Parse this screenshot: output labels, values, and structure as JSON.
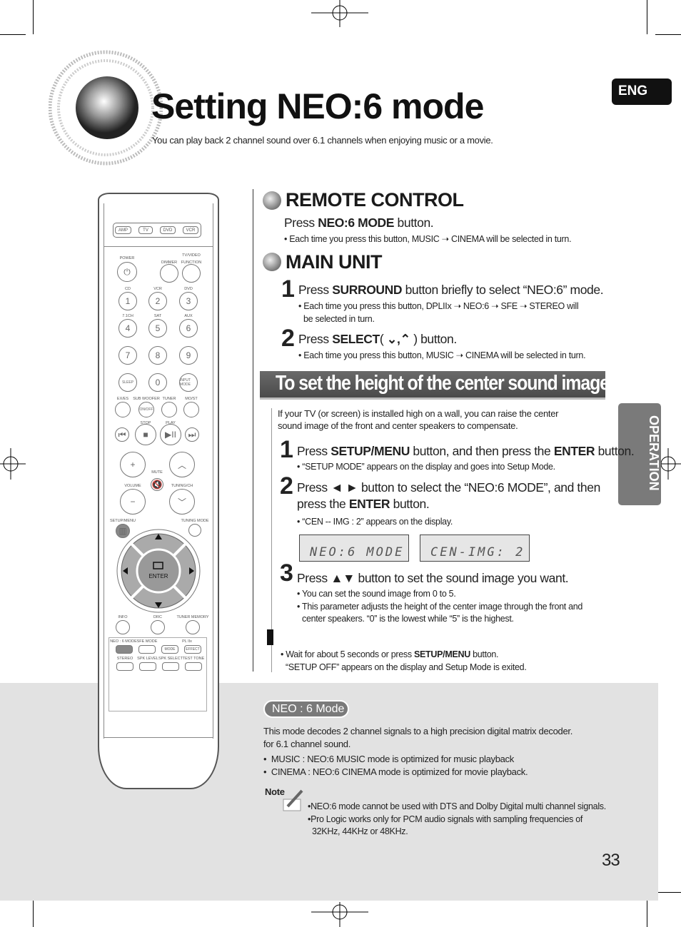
{
  "header": {
    "title": "Setting NEO:6 mode",
    "subtitle": "You can play back 2 channel sound over 6.1 channels when enjoying music or a movie.",
    "lang_badge": "ENG",
    "side_tab": "OPERATION"
  },
  "remote_control": {
    "heading": "REMOTE CONTROL",
    "step_pre": "Press ",
    "step_bold": "NEO:6 MODE",
    "step_post": " button.",
    "bullet": "Each time you press this button, MUSIC ➝ CINEMA will be selected in turn."
  },
  "main_unit": {
    "heading": "MAIN UNIT",
    "step1": {
      "num": "1",
      "pre": "Press ",
      "bold": "SURROUND",
      "post": " button briefly to select “NEO:6” mode.",
      "bullet_line1": "Each time you press this button, DPLIIx ➝ NEO:6 ➝ SFE ➝ STEREO will",
      "bullet_line2": "be selected in turn."
    },
    "step2": {
      "num": "2",
      "pre": "Press ",
      "bold": "SELECT",
      "mid": "( ",
      "icons": "⌄,⌃",
      "post": " ) button.",
      "bullet": "Each time you press this button, MUSIC ➝ CINEMA will be selected in turn."
    }
  },
  "center": {
    "banner": "To set the height of the center sound image",
    "intro_line1": "If your TV (or screen) is installed high on a wall, you can raise the center",
    "intro_line2": "sound image of the front and center speakers to compensate.",
    "step1": {
      "num": "1",
      "pre": "Press ",
      "bold1": "SETUP/MENU",
      "mid": " button, and then press the ",
      "bold2": "ENTER",
      "post": " button.",
      "bullet": "“SETUP MODE” appears on the display and goes into Setup Mode."
    },
    "step2": {
      "num": "2",
      "pre": "Press ",
      "arrows": "◄ ►",
      "post": " button to select the “NEO:6 MODE”, and then",
      "line2_pre": "press the ",
      "line2_bold": "ENTER",
      "line2_post": " button.",
      "bullet": "“CEN -- IMG : 2” appears on the display."
    },
    "display1": "NEO:6 MODE",
    "display2": "CEN-IMG: 2",
    "step3": {
      "num": "3",
      "pre": "Press ",
      "arrows": "▲▼",
      "post": " button to set the sound image you want.",
      "bullet1": "You can set the sound image from 0 to 5.",
      "bullet2_line1": "This parameter adjusts the height of the center image through the front and",
      "bullet2_line2": "center speakers. “0” is the lowest while “5” is the highest."
    },
    "final_pre": "Wait for about 5 seconds or press ",
    "final_bold": "SETUP/MENU",
    "final_post": " button.",
    "final_line2": "“SETUP OFF” appears on the display and Setup Mode is exited."
  },
  "neo_box": {
    "badge": "NEO : 6 Mode",
    "desc_line1": "This mode decodes 2 channel signals to a high precision digital matrix decoder.",
    "desc_line2": "for 6.1 channel sound.",
    "item1": "MUSIC : NEO:6 MUSIC mode is optimized for music playback",
    "item2": "CINEMA : NEO:6 CINEMA mode is optimized for movie playback.",
    "note_label": "Note",
    "note1": "NEO:6 mode cannot be used with DTS and Dolby Digital multi channel signals.",
    "note2_line1": "Pro Logic works only for PCM audio signals with sampling frequencies of",
    "note2_line2": "32KHz, 44KHz or 48KHz."
  },
  "page_number": "33",
  "remote": {
    "amp": "AMP",
    "tv": "TV",
    "dvd": "DVD",
    "vcr": "VCR",
    "power": "POWER",
    "tvvideo": "TV/VIDEO",
    "dimmer": "DIMMER",
    "function": "FUNCTION",
    "cd": "CD",
    "vcr2": "VCR",
    "dvd2": "DVD",
    "ch71": "7.1CH",
    "sat": "SAT",
    "aux": "AUX",
    "n1": "1",
    "n2": "2",
    "n3": "3",
    "n4": "4",
    "n5": "5",
    "n6": "6",
    "n7": "7",
    "n8": "8",
    "n9": "9",
    "n0": "0",
    "sleep": "SLEEP",
    "input_mode": "INPUT MODE",
    "exes": "EX/ES",
    "subwoofer": "SUB WOOFER",
    "onoff": "ON/OFF",
    "tuner": "TUNER",
    "most": "MO/ST",
    "stop": "STOP",
    "play": "PLAY",
    "mute": "MUTE",
    "volume": "VOLUME",
    "tuning_ch": "TUNING/CH",
    "setup_menu": "SETUP/MENU",
    "tuning_mode": "TUNING MODE",
    "enter": "ENTER",
    "info": "INFO",
    "drc": "DRC",
    "tuner_memory": "TUNER MEMORY",
    "neo6_mode": "NEO : 6 MODE",
    "sfe_mode": "SFE MODE",
    "pl2": "PL IIx",
    "mode": "MODE",
    "effect": "EFFECT",
    "stereo": "STEREO",
    "spk_level": "SPK LEVEL",
    "spk_select": "SPK SELECT",
    "test_tone": "TEST TONE"
  }
}
